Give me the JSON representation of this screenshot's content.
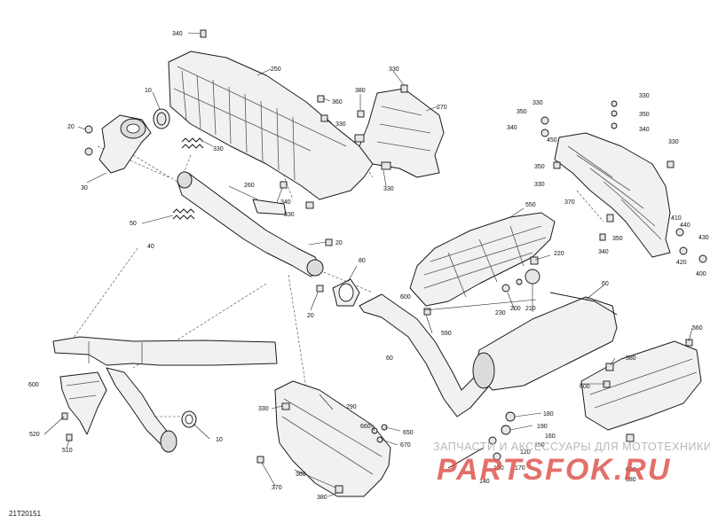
{
  "diagram": {
    "reference_code": "21T20151",
    "watermark": {
      "text": "ЗАПЧАСТИ И АКСЕССУАРЫ ДЛЯ МОТОТЕХНИКИ",
      "logo_text": "PARTSFOK.RU",
      "logo_color": "#e0574f"
    },
    "callouts": [
      {
        "label": "340"
      },
      {
        "label": "250"
      },
      {
        "label": "10"
      },
      {
        "label": "20"
      },
      {
        "label": "30"
      },
      {
        "label": "330"
      },
      {
        "label": "360"
      },
      {
        "label": "330"
      },
      {
        "label": "380"
      },
      {
        "label": "330"
      },
      {
        "label": "270"
      },
      {
        "label": "330"
      },
      {
        "label": "330"
      },
      {
        "label": "350"
      },
      {
        "label": "340"
      },
      {
        "label": "350"
      },
      {
        "label": "340"
      },
      {
        "label": "450"
      },
      {
        "label": "350"
      },
      {
        "label": "330"
      },
      {
        "label": "330"
      },
      {
        "label": "370"
      },
      {
        "label": "330"
      },
      {
        "label": "410"
      },
      {
        "label": "440"
      },
      {
        "label": "430"
      },
      {
        "label": "420"
      },
      {
        "label": "400"
      },
      {
        "label": "350"
      },
      {
        "label": "340"
      },
      {
        "label": "260"
      },
      {
        "label": "340"
      },
      {
        "label": "330"
      },
      {
        "label": "50"
      },
      {
        "label": "20"
      },
      {
        "label": "40"
      },
      {
        "label": "20"
      },
      {
        "label": "80"
      },
      {
        "label": "550"
      },
      {
        "label": "220"
      },
      {
        "label": "600"
      },
      {
        "label": "230"
      },
      {
        "label": "200"
      },
      {
        "label": "210"
      },
      {
        "label": "60"
      },
      {
        "label": "590"
      },
      {
        "label": "60"
      },
      {
        "label": "560"
      },
      {
        "label": "580"
      },
      {
        "label": "600"
      },
      {
        "label": "600"
      },
      {
        "label": "10"
      },
      {
        "label": "520"
      },
      {
        "label": "510"
      },
      {
        "label": "330"
      },
      {
        "label": "290"
      },
      {
        "label": "660"
      },
      {
        "label": "650"
      },
      {
        "label": "670"
      },
      {
        "label": "180"
      },
      {
        "label": "190"
      },
      {
        "label": "160"
      },
      {
        "label": "150"
      },
      {
        "label": "170"
      },
      {
        "label": "120"
      },
      {
        "label": "130"
      },
      {
        "label": "140"
      },
      {
        "label": "370"
      },
      {
        "label": "360"
      },
      {
        "label": "380"
      },
      {
        "label": "600"
      },
      {
        "label": "680"
      }
    ]
  }
}
